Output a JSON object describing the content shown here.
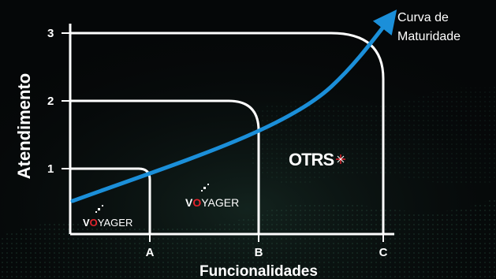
{
  "diagram": {
    "y_axis_label": "Atendimento",
    "x_axis_label": "Funcionalidades",
    "y_ticks": [
      "1",
      "2",
      "3"
    ],
    "x_ticks": [
      "A",
      "B",
      "C"
    ],
    "curve_label_line1": "Curva de",
    "curve_label_line2": "Maturidade",
    "logos": [
      {
        "name": "VOYAGER",
        "part1": "V",
        "part2": "O",
        "part3": "YAGER"
      },
      {
        "name": "VOYAGER",
        "part1": "V",
        "part2": "O",
        "part3": "YAGER"
      },
      {
        "name": "OTRS",
        "text": "OTRS"
      }
    ],
    "colors": {
      "background": "#050708",
      "lines": "#ffffff",
      "curve": "#1b8fd9",
      "voyager_accent": "#e3232c",
      "background_texture": "#1c3d31"
    }
  }
}
